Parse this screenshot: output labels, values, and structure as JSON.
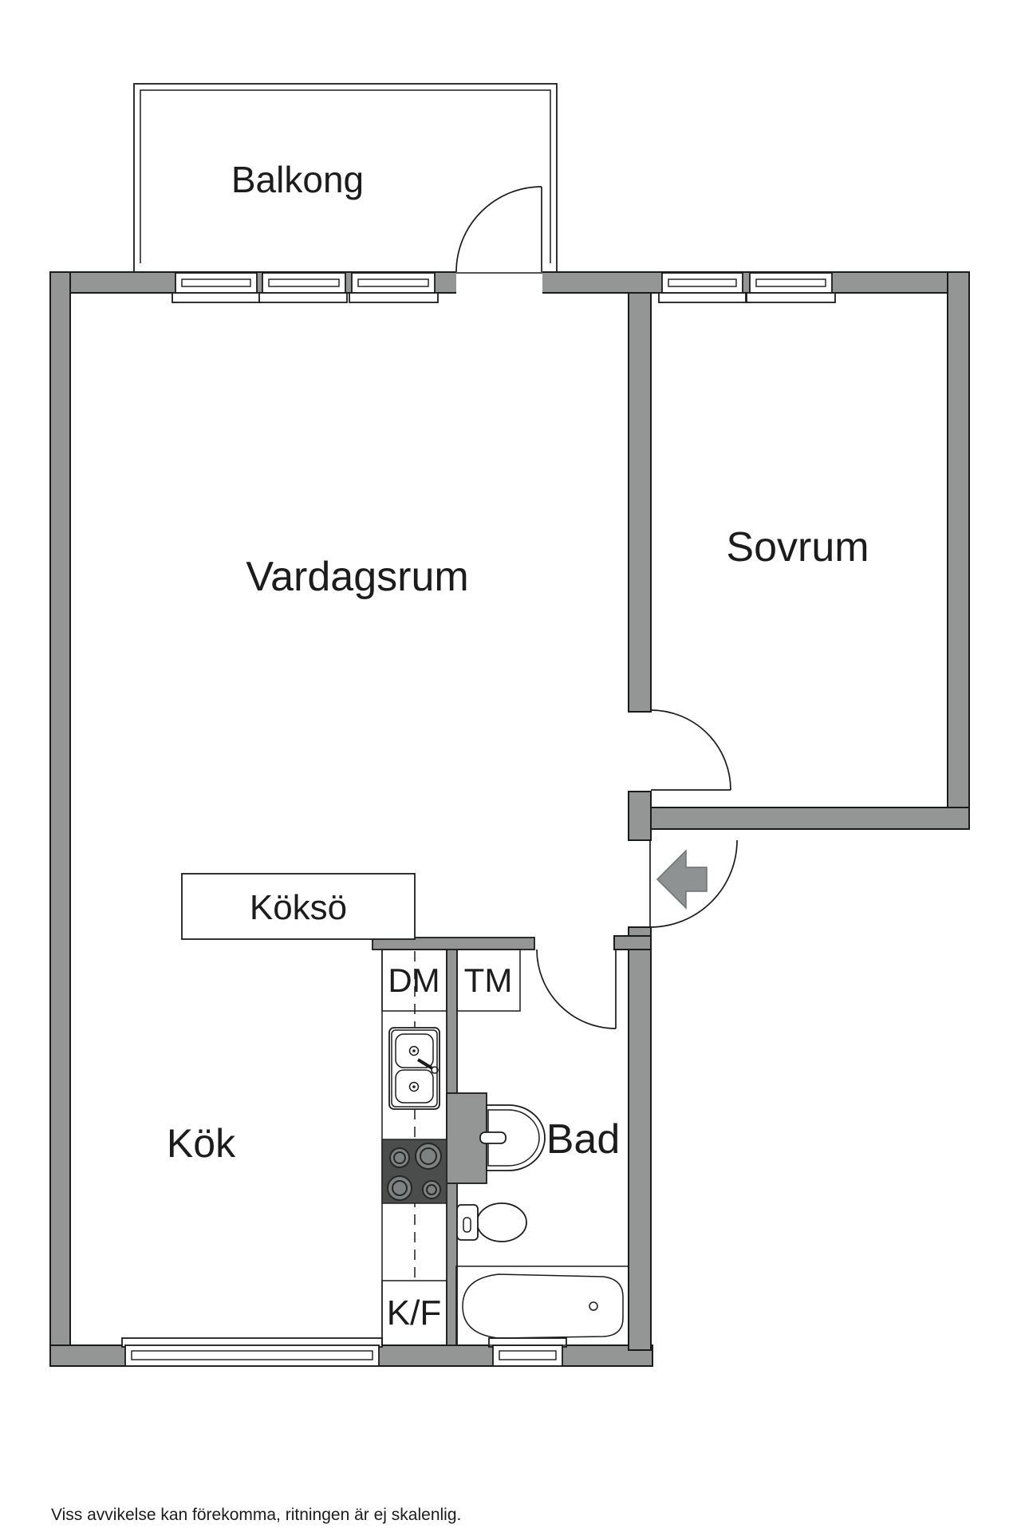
{
  "floorplan": {
    "rooms": {
      "balcony": "Balkong",
      "living": "Vardagsrum",
      "bedroom": "Sovrum",
      "kitchen": "Kök",
      "bath": "Bad",
      "island": "Köksö"
    },
    "appliances": {
      "dishwasher": "DM",
      "washing_machine": "TM",
      "fridge_freezer": "K/F"
    },
    "disclaimer": "Viss avvikelse kan förekomma, ritningen är ej skalenlig.",
    "colors": {
      "wall": "#939695",
      "line": "#1b1b1b",
      "text": "#1c1c1c",
      "stove": "#4b4d4d",
      "burner": "#7e8181",
      "arrow": "#8f9292"
    }
  }
}
